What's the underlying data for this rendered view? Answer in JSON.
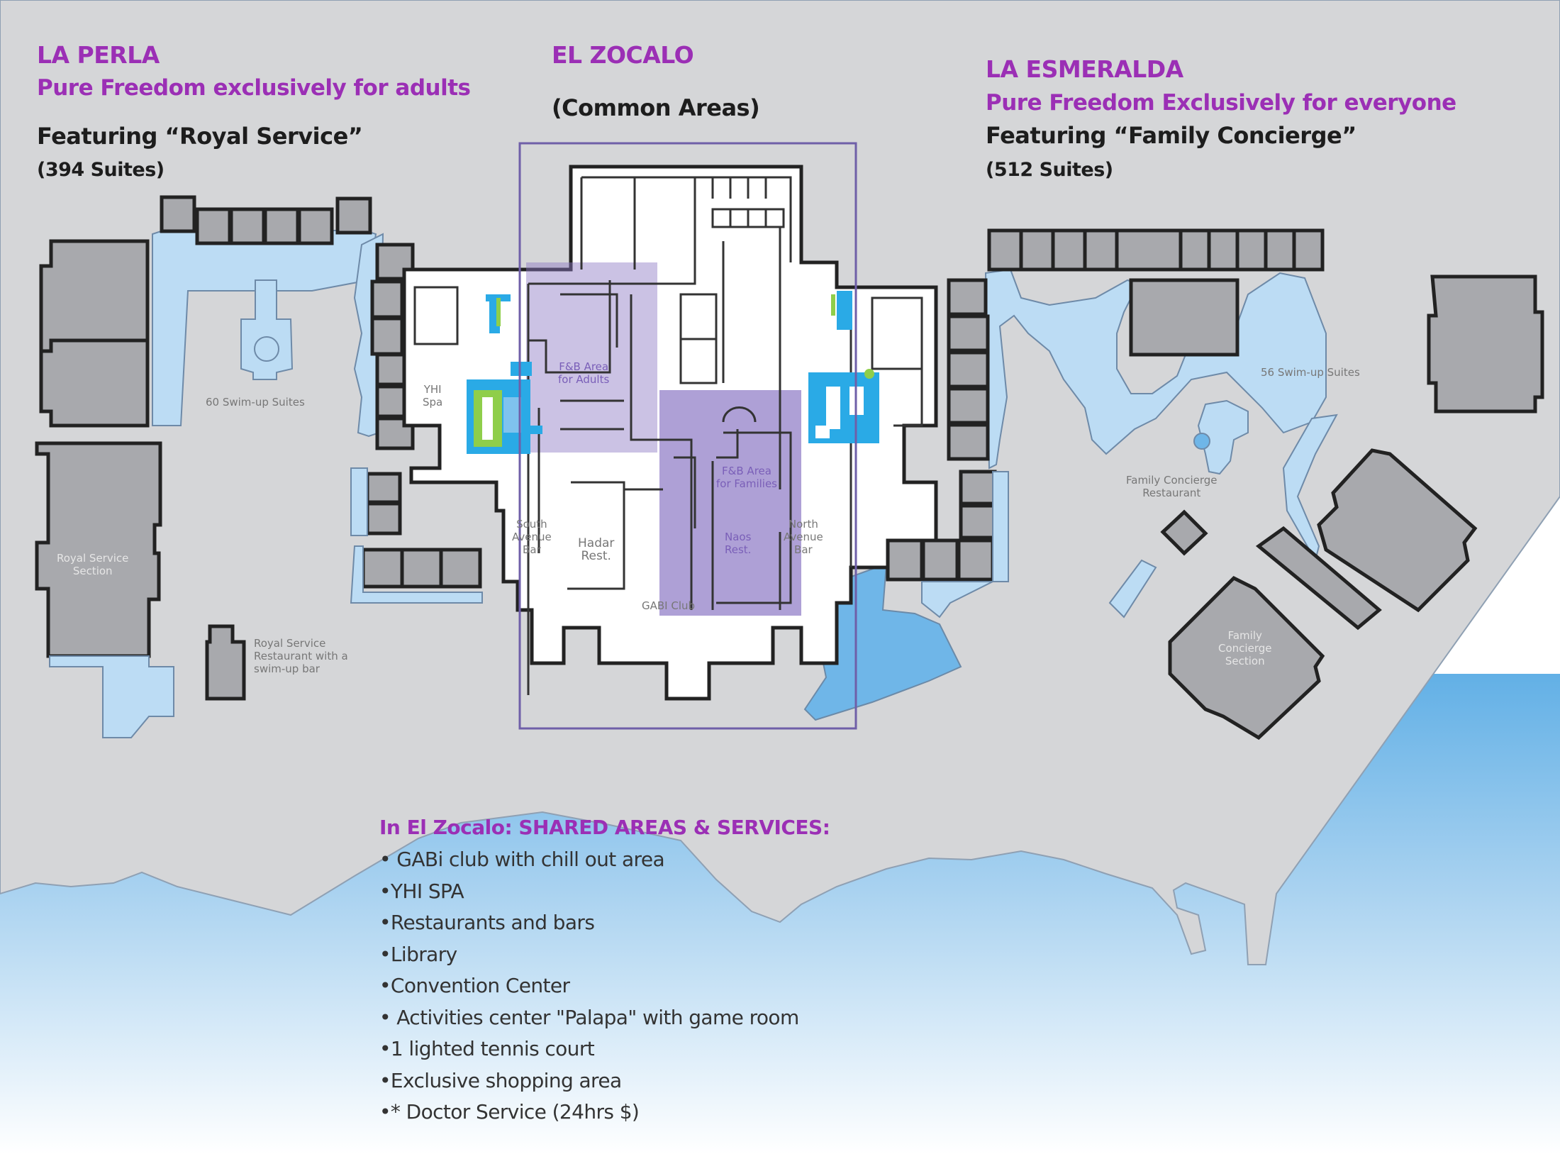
{
  "sections": {
    "la_perla": {
      "name": "LA PERLA",
      "tagline": "Pure Freedom exclusively for adults",
      "featuring": "Featuring “Royal Service”",
      "suites": "(394 Suites)"
    },
    "el_zocalo": {
      "name": "EL ZOCALO",
      "subtitle": "(Common Areas)"
    },
    "la_esmeralda": {
      "name": "LA ESMERALDA",
      "tagline": "Pure Freedom Exclusively for everyone",
      "featuring": "Featuring “Family Concierge”",
      "suites": "(512 Suites)"
    }
  },
  "map_labels": {
    "swim_up_60": "60 Swim-up Suites",
    "yhi_spa": "YHI\nSpa",
    "royal_section": "Royal Service\nSection",
    "royal_restaurant": "Royal Service\nRestaurant with a\nswim-up bar",
    "fb_adults": "F&B Area\nfor Adults",
    "fb_families": "F&B Area\nfor Families",
    "south_bar": "South\nAvenue\nBar",
    "hadar": "Hadar\nRest.",
    "naos": "Naos\nRest.",
    "north_bar": "North\nAvenue\nBar",
    "gabi_club": "GABI Club",
    "swim_up_56": "56 Swim-up Suites",
    "fc_restaurant": "Family Concierge\nRestaurant",
    "fc_section": "Family\nConcierge\nSection"
  },
  "services": {
    "title": "In El Zocalo: SHARED AREAS & SERVICES:",
    "items": [
      "• GABi club with chill out area",
      "•YHI SPA",
      "•Restaurants and bars",
      "•Library",
      "•Convention Center",
      "• Activities center \"Palapa\" with game room",
      "•1 lighted tennis court",
      "•Exclusive shopping area",
      "•* Doctor Service (24hrs $)"
    ]
  },
  "colors": {
    "land": "#d5d6d8",
    "building": "#a8a9ad",
    "building_stroke": "#222222",
    "pool": "#bcdcf4",
    "sea": "#6fb6e8",
    "zocalo_floor": "#ffffff",
    "fb_highlight": "#8c78c4",
    "zocalo_frame": "#6f5fa8",
    "spa_pool": "#2aaae6",
    "spa_green": "#8fce4a",
    "heading_purple": "#9b2fb5"
  }
}
